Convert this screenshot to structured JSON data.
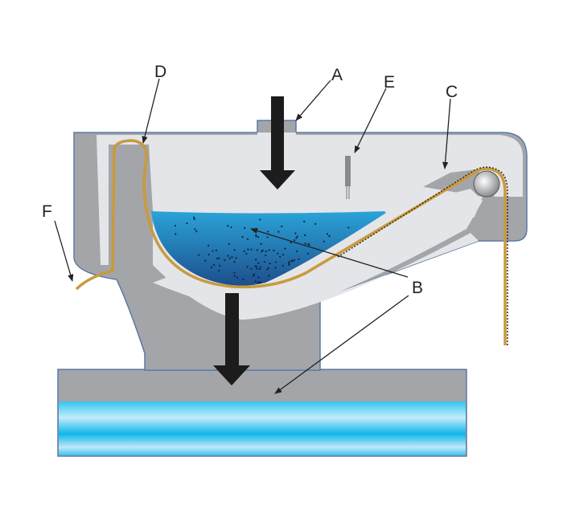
{
  "labels": {
    "A": "A",
    "B": "B",
    "C": "C",
    "D": "D",
    "E": "E",
    "F": "F"
  },
  "colors": {
    "housing": "#a3a5a9",
    "cavity": "#e3e5e9",
    "outline": "#5b7aa3",
    "belt": "#c99a3c",
    "liquid_top": "#2aa4d8",
    "liquid_bottom": "#1d4e8c",
    "arrow": "#1c1c1c",
    "base_band": "#33c6ee"
  }
}
